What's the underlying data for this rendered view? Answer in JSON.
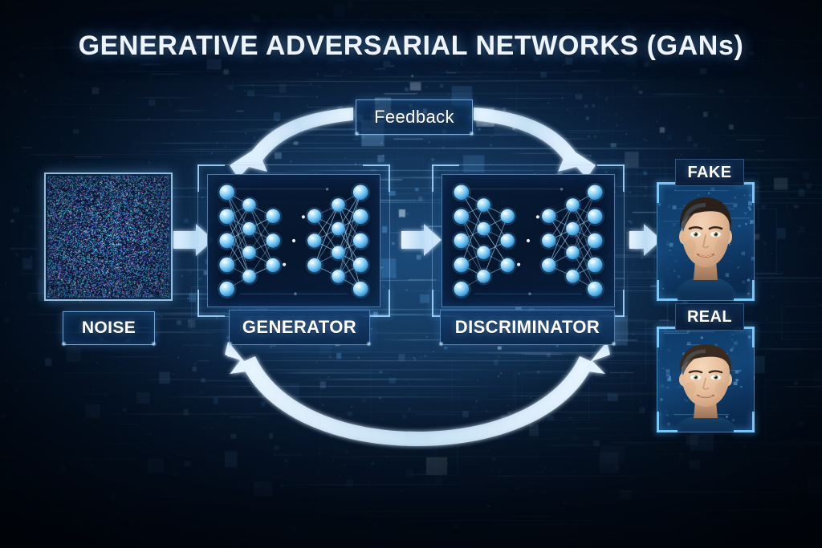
{
  "title": "GENERATIVE ADVERSARIAL NETWORKS (GANs)",
  "labels": {
    "noise": "NOISE",
    "generator": "GENERATOR",
    "discriminator": "DISCRIMINATOR",
    "feedback": "Feedback",
    "fake": "FAKE",
    "real": "REAL"
  },
  "colors": {
    "background_dark": "#03101f",
    "background_mid": "#15395f",
    "background_glow": "#1b4a78",
    "accent_line": "#8fd0ff",
    "node_fill": "#6fc4f2",
    "node_highlight": "#cdeeff",
    "arrow_fill": "#cfe8fb",
    "title_text": "#eef4fb",
    "plate_border": "#96cdff"
  },
  "network": {
    "layers": [
      5,
      4,
      3,
      3,
      4,
      5
    ],
    "description": "hourglass-shaped fully-connected neural network"
  },
  "icons": {
    "arrow_right": "arrow-right-icon",
    "feedback_arc": "double-headed-arc-arrow-icon",
    "loop_arc": "double-headed-arc-arrow-icon"
  },
  "flow": {
    "noise_to_generator": "arrow-right",
    "generator_to_discriminator": "arrow-right",
    "discriminator_to_fake": "arrow-right"
  }
}
